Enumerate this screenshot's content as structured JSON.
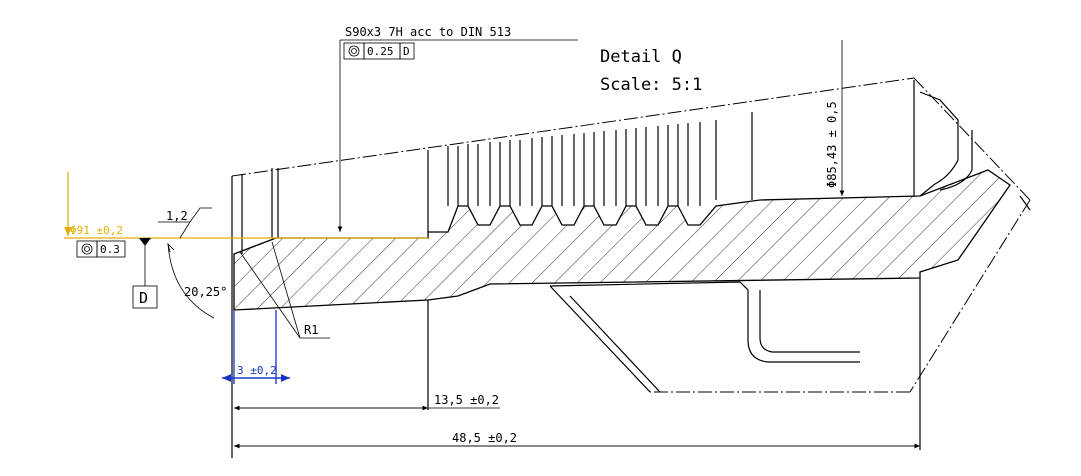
{
  "detail": {
    "title": "Detail Q",
    "scale": "Scale:  5:1"
  },
  "callouts": {
    "thread_spec": "S90x3  7H acc to DIN 513",
    "thread_tolerance": "0.25",
    "thread_datum": "D",
    "diameter_outer": "Φ85,43 ± 0,5",
    "diameter_left": "Φ91 ±0,2",
    "left_tolerance": "0.3",
    "datum_label": "D",
    "surface_value": "1,2",
    "angle": "20,25°",
    "radius": "R1",
    "dim_small": "3 ±0,2",
    "dim_mid": "13,5 ±0,2",
    "dim_total": "48,5 ±0,2"
  },
  "icons": {
    "concentricity": "concentricity-icon",
    "datum_triangle": "datum-triangle-icon"
  },
  "colors": {
    "line": "#000000",
    "dimension_blue": "#1533c8",
    "dimension_yellow": "#e3ad00"
  }
}
